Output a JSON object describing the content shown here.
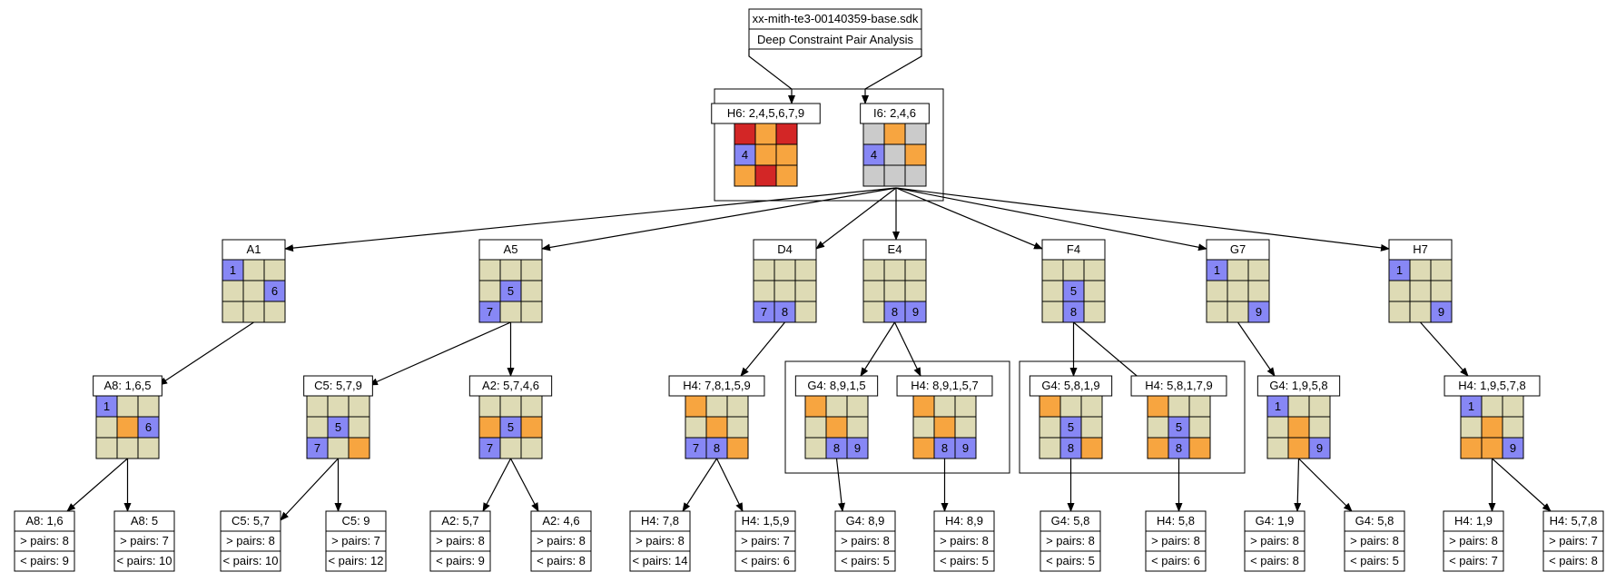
{
  "header": {
    "file_name": "xx-mith-te3-00140359-base.sdk",
    "subtitle": "Deep Constraint Pair Analysis"
  },
  "colors": {
    "empty_cell": "#dedbb5",
    "digit_cell": "#8787f5",
    "orange_cell": "#f7a540",
    "red_cell": "#d32626",
    "gray_cell": "#cbcbcb"
  },
  "nodes": [
    {
      "id": "H6",
      "label": "H6: 2,4,5,6,7,9",
      "cells": [
        [
          "red",
          ""
        ],
        [
          "orange",
          ""
        ],
        [
          "red",
          ""
        ],
        [
          "digit",
          "4"
        ],
        [
          "orange",
          ""
        ],
        [
          "orange",
          ""
        ],
        [
          "orange",
          ""
        ],
        [
          "red",
          ""
        ],
        [
          "orange",
          ""
        ]
      ]
    },
    {
      "id": "I6",
      "label": "I6: 2,4,6",
      "cells": [
        [
          "gray",
          ""
        ],
        [
          "orange",
          ""
        ],
        [
          "gray",
          ""
        ],
        [
          "digit",
          "4"
        ],
        [
          "gray",
          ""
        ],
        [
          "orange",
          ""
        ],
        [
          "gray",
          ""
        ],
        [
          "gray",
          ""
        ],
        [
          "gray",
          ""
        ]
      ]
    },
    {
      "id": "A1",
      "label": "A1",
      "cells": [
        [
          "digit",
          "1"
        ],
        [
          "empty",
          ""
        ],
        [
          "empty",
          ""
        ],
        [
          "empty",
          ""
        ],
        [
          "empty",
          ""
        ],
        [
          "digit",
          "6"
        ],
        [
          "empty",
          ""
        ],
        [
          "empty",
          ""
        ],
        [
          "empty",
          ""
        ]
      ]
    },
    {
      "id": "A5",
      "label": "A5",
      "cells": [
        [
          "empty",
          ""
        ],
        [
          "empty",
          ""
        ],
        [
          "empty",
          ""
        ],
        [
          "empty",
          ""
        ],
        [
          "digit",
          "5"
        ],
        [
          "empty",
          ""
        ],
        [
          "digit",
          "7"
        ],
        [
          "empty",
          ""
        ],
        [
          "empty",
          ""
        ]
      ]
    },
    {
      "id": "D4",
      "label": "D4",
      "cells": [
        [
          "empty",
          ""
        ],
        [
          "empty",
          ""
        ],
        [
          "empty",
          ""
        ],
        [
          "empty",
          ""
        ],
        [
          "empty",
          ""
        ],
        [
          "empty",
          ""
        ],
        [
          "digit",
          "7"
        ],
        [
          "digit",
          "8"
        ],
        [
          "empty",
          ""
        ]
      ]
    },
    {
      "id": "E4",
      "label": "E4",
      "cells": [
        [
          "empty",
          ""
        ],
        [
          "empty",
          ""
        ],
        [
          "empty",
          ""
        ],
        [
          "empty",
          ""
        ],
        [
          "empty",
          ""
        ],
        [
          "empty",
          ""
        ],
        [
          "empty",
          ""
        ],
        [
          "digit",
          "8"
        ],
        [
          "digit",
          "9"
        ]
      ]
    },
    {
      "id": "F4",
      "label": "F4",
      "cells": [
        [
          "empty",
          ""
        ],
        [
          "empty",
          ""
        ],
        [
          "empty",
          ""
        ],
        [
          "empty",
          ""
        ],
        [
          "digit",
          "5"
        ],
        [
          "empty",
          ""
        ],
        [
          "empty",
          ""
        ],
        [
          "digit",
          "8"
        ],
        [
          "empty",
          ""
        ]
      ]
    },
    {
      "id": "G7",
      "label": "G7",
      "cells": [
        [
          "digit",
          "1"
        ],
        [
          "empty",
          ""
        ],
        [
          "empty",
          ""
        ],
        [
          "empty",
          ""
        ],
        [
          "empty",
          ""
        ],
        [
          "empty",
          ""
        ],
        [
          "empty",
          ""
        ],
        [
          "empty",
          ""
        ],
        [
          "digit",
          "9"
        ]
      ]
    },
    {
      "id": "H7",
      "label": "H7",
      "cells": [
        [
          "digit",
          "1"
        ],
        [
          "empty",
          ""
        ],
        [
          "empty",
          ""
        ],
        [
          "empty",
          ""
        ],
        [
          "empty",
          ""
        ],
        [
          "empty",
          ""
        ],
        [
          "empty",
          ""
        ],
        [
          "empty",
          ""
        ],
        [
          "digit",
          "9"
        ]
      ]
    },
    {
      "id": "A8",
      "label": "A8: 1,6,5",
      "cells": [
        [
          "digit",
          "1"
        ],
        [
          "empty",
          ""
        ],
        [
          "empty",
          ""
        ],
        [
          "empty",
          ""
        ],
        [
          "orange",
          ""
        ],
        [
          "digit",
          "6"
        ],
        [
          "empty",
          ""
        ],
        [
          "empty",
          ""
        ],
        [
          "empty",
          ""
        ]
      ]
    },
    {
      "id": "C5",
      "label": "C5: 5,7,9",
      "cells": [
        [
          "empty",
          ""
        ],
        [
          "empty",
          ""
        ],
        [
          "empty",
          ""
        ],
        [
          "empty",
          ""
        ],
        [
          "digit",
          "5"
        ],
        [
          "empty",
          ""
        ],
        [
          "digit",
          "7"
        ],
        [
          "empty",
          ""
        ],
        [
          "orange",
          ""
        ]
      ]
    },
    {
      "id": "A2",
      "label": "A2: 5,7,4,6",
      "cells": [
        [
          "empty",
          ""
        ],
        [
          "empty",
          ""
        ],
        [
          "empty",
          ""
        ],
        [
          "orange",
          ""
        ],
        [
          "digit",
          "5"
        ],
        [
          "orange",
          ""
        ],
        [
          "digit",
          "7"
        ],
        [
          "empty",
          ""
        ],
        [
          "empty",
          ""
        ]
      ]
    },
    {
      "id": "H4a",
      "label": "H4: 7,8,1,5,9",
      "cells": [
        [
          "orange",
          ""
        ],
        [
          "empty",
          ""
        ],
        [
          "empty",
          ""
        ],
        [
          "empty",
          ""
        ],
        [
          "orange",
          ""
        ],
        [
          "empty",
          ""
        ],
        [
          "digit",
          "7"
        ],
        [
          "digit",
          "8"
        ],
        [
          "orange",
          ""
        ]
      ]
    },
    {
      "id": "G4a",
      "label": "G4: 8,9,1,5",
      "cells": [
        [
          "orange",
          ""
        ],
        [
          "empty",
          ""
        ],
        [
          "empty",
          ""
        ],
        [
          "empty",
          ""
        ],
        [
          "orange",
          ""
        ],
        [
          "empty",
          ""
        ],
        [
          "empty",
          ""
        ],
        [
          "digit",
          "8"
        ],
        [
          "digit",
          "9"
        ]
      ]
    },
    {
      "id": "H4b",
      "label": "H4: 8,9,1,5,7",
      "cells": [
        [
          "orange",
          ""
        ],
        [
          "empty",
          ""
        ],
        [
          "empty",
          ""
        ],
        [
          "empty",
          ""
        ],
        [
          "orange",
          ""
        ],
        [
          "empty",
          ""
        ],
        [
          "orange",
          ""
        ],
        [
          "digit",
          "8"
        ],
        [
          "digit",
          "9"
        ]
      ]
    },
    {
      "id": "G4b",
      "label": "G4: 5,8,1,9",
      "cells": [
        [
          "orange",
          ""
        ],
        [
          "empty",
          ""
        ],
        [
          "empty",
          ""
        ],
        [
          "empty",
          ""
        ],
        [
          "digit",
          "5"
        ],
        [
          "empty",
          ""
        ],
        [
          "empty",
          ""
        ],
        [
          "digit",
          "8"
        ],
        [
          "orange",
          ""
        ]
      ]
    },
    {
      "id": "H4c",
      "label": "H4: 5,8,1,7,9",
      "cells": [
        [
          "orange",
          ""
        ],
        [
          "empty",
          ""
        ],
        [
          "empty",
          ""
        ],
        [
          "empty",
          ""
        ],
        [
          "digit",
          "5"
        ],
        [
          "empty",
          ""
        ],
        [
          "orange",
          ""
        ],
        [
          "digit",
          "8"
        ],
        [
          "orange",
          ""
        ]
      ]
    },
    {
      "id": "G4c",
      "label": "G4: 1,9,5,8",
      "cells": [
        [
          "digit",
          "1"
        ],
        [
          "empty",
          ""
        ],
        [
          "empty",
          ""
        ],
        [
          "empty",
          ""
        ],
        [
          "orange",
          ""
        ],
        [
          "empty",
          ""
        ],
        [
          "empty",
          ""
        ],
        [
          "orange",
          ""
        ],
        [
          "digit",
          "9"
        ]
      ]
    },
    {
      "id": "H4d",
      "label": "H4: 1,9,5,7,8",
      "cells": [
        [
          "digit",
          "1"
        ],
        [
          "empty",
          ""
        ],
        [
          "empty",
          ""
        ],
        [
          "empty",
          ""
        ],
        [
          "orange",
          ""
        ],
        [
          "empty",
          ""
        ],
        [
          "orange",
          ""
        ],
        [
          "orange",
          ""
        ],
        [
          "digit",
          "9"
        ]
      ]
    }
  ],
  "leaves": [
    {
      "id": "L1",
      "label": "A8: 1,6",
      "gt": "> pairs: 8",
      "lt": "< pairs: 9"
    },
    {
      "id": "L2",
      "label": "A8: 5",
      "gt": "> pairs: 7",
      "lt": "< pairs: 10"
    },
    {
      "id": "L3",
      "label": "C5: 5,7",
      "gt": "> pairs: 8",
      "lt": "< pairs: 10"
    },
    {
      "id": "L4",
      "label": "C5: 9",
      "gt": "> pairs: 7",
      "lt": "< pairs: 12"
    },
    {
      "id": "L5",
      "label": "A2: 5,7",
      "gt": "> pairs: 8",
      "lt": "< pairs: 9"
    },
    {
      "id": "L6",
      "label": "A2: 4,6",
      "gt": "> pairs: 8",
      "lt": "< pairs: 8"
    },
    {
      "id": "L7",
      "label": "H4: 7,8",
      "gt": "> pairs: 8",
      "lt": "< pairs: 14"
    },
    {
      "id": "L8",
      "label": "H4: 1,5,9",
      "gt": "> pairs: 7",
      "lt": "< pairs: 6"
    },
    {
      "id": "L9",
      "label": "G4: 8,9",
      "gt": "> pairs: 8",
      "lt": "< pairs: 5"
    },
    {
      "id": "L10",
      "label": "H4: 8,9",
      "gt": "> pairs: 8",
      "lt": "< pairs: 5"
    },
    {
      "id": "L11",
      "label": "G4: 5,8",
      "gt": "> pairs: 8",
      "lt": "< pairs: 5"
    },
    {
      "id": "L12",
      "label": "H4: 5,8",
      "gt": "> pairs: 8",
      "lt": "< pairs: 6"
    },
    {
      "id": "L13",
      "label": "G4: 1,9",
      "gt": "> pairs: 8",
      "lt": "< pairs: 8"
    },
    {
      "id": "L14",
      "label": "G4: 5,8",
      "gt": "> pairs: 8",
      "lt": "< pairs: 5"
    },
    {
      "id": "L15",
      "label": "H4: 1,9",
      "gt": "> pairs: 8",
      "lt": "< pairs: 7"
    },
    {
      "id": "L16",
      "label": "H4: 5,7,8",
      "gt": "> pairs: 7",
      "lt": "< pairs: 8"
    }
  ],
  "edges": [
    [
      "header-left",
      "H6"
    ],
    [
      "header-right",
      "I6"
    ],
    [
      "root",
      "A1"
    ],
    [
      "root",
      "A5"
    ],
    [
      "root",
      "D4"
    ],
    [
      "root",
      "E4"
    ],
    [
      "root",
      "F4"
    ],
    [
      "root",
      "G7"
    ],
    [
      "root",
      "H7"
    ],
    [
      "A1",
      "A8"
    ],
    [
      "A5",
      "C5"
    ],
    [
      "A5",
      "A2"
    ],
    [
      "D4",
      "H4a"
    ],
    [
      "E4",
      "G4a"
    ],
    [
      "E4",
      "H4b"
    ],
    [
      "F4",
      "G4b"
    ],
    [
      "F4",
      "H4c"
    ],
    [
      "G7",
      "G4c"
    ],
    [
      "H7",
      "H4d"
    ],
    [
      "A8",
      "L1"
    ],
    [
      "A8",
      "L2"
    ],
    [
      "C5",
      "L3"
    ],
    [
      "C5",
      "L4"
    ],
    [
      "A2",
      "L5"
    ],
    [
      "A2",
      "L6"
    ],
    [
      "H4a",
      "L7"
    ],
    [
      "H4a",
      "L8"
    ],
    [
      "G4a",
      "L9"
    ],
    [
      "H4b",
      "L10"
    ],
    [
      "G4b",
      "L11"
    ],
    [
      "H4c",
      "L12"
    ],
    [
      "G4c",
      "L13"
    ],
    [
      "G4c",
      "L14"
    ],
    [
      "H4d",
      "L15"
    ],
    [
      "H4d",
      "L16"
    ]
  ]
}
